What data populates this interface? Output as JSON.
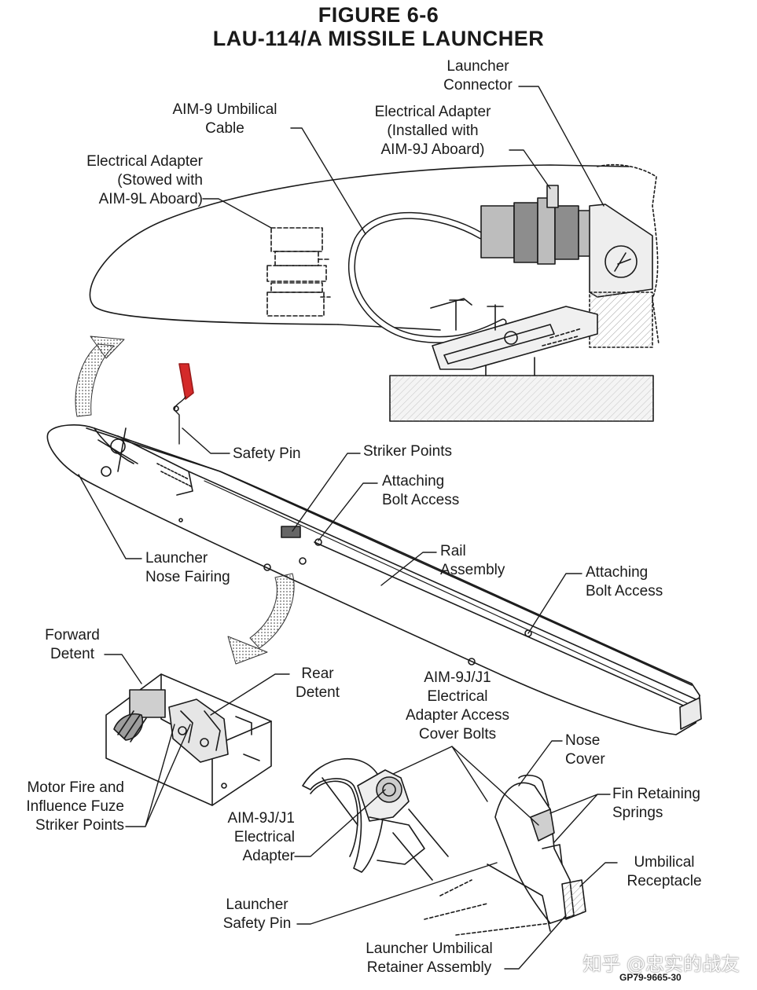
{
  "figure": {
    "number": "FIGURE 6-6",
    "title": "LAU-114/A MISSILE LAUNCHER"
  },
  "labels": {
    "launcher_connector": "Launcher\nConnector",
    "aim9_umbilical_cable": "AIM-9 Umbilical\nCable",
    "electrical_adapter_installed": "Electrical Adapter\n(Installed with\nAIM-9J Aboard)",
    "electrical_adapter_stowed": "Electrical Adapter\n(Stowed with\nAIM-9L Aboard)",
    "safety_pin": "Safety Pin",
    "striker_points": "Striker Points",
    "attaching_bolt_access_1": "Attaching\nBolt Access",
    "rail_assembly": "Rail\nAssembly",
    "attaching_bolt_access_2": "Attaching\nBolt Access",
    "launcher_nose_fairing": "Launcher\nNose Fairing",
    "forward_detent": "Forward\nDetent",
    "rear_detent": "Rear\nDetent",
    "adapter_access_cover_bolts": "AIM-9J/J1\nElectrical\nAdapter Access\nCover Bolts",
    "nose_cover": "Nose\nCover",
    "fin_retaining_springs": "Fin Retaining\nSprings",
    "motor_fire_striker_points": "Motor Fire and\nInfluence Fuze\nStriker Points",
    "aim9j_electrical_adapter": "AIM-9J/J1\nElectrical\nAdapter",
    "umbilical_receptacle": "Umbilical\nReceptacle",
    "launcher_safety_pin": "Launcher\nSafety Pin",
    "launcher_umbilical_retainer": "Launcher Umbilical\nRetainer Assembly"
  },
  "drawing_code": "GP79-9665-30",
  "watermark": "知乎 @忠实的战友",
  "colors": {
    "line": "#1a1a1a",
    "safety_pin": "#d42a2a",
    "background": "#ffffff"
  }
}
